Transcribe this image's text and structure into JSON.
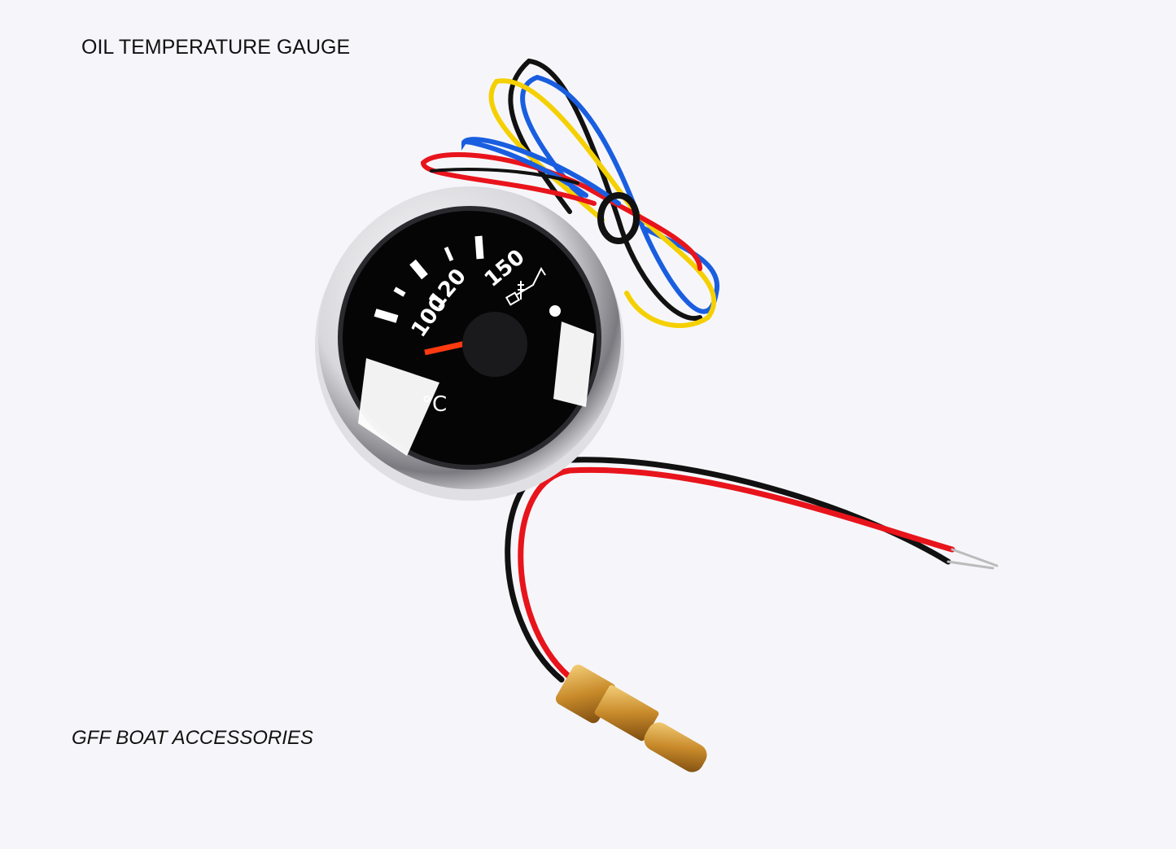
{
  "title": "OIL TEMPERATURE GAUGE",
  "brand": "GFF BOAT ACCESSORIES",
  "gauge": {
    "labels": [
      "100",
      "120",
      "150"
    ],
    "unit": "°C",
    "icon": "oil-temperature-icon",
    "needle_color": "#ff3a10",
    "face_color": "#050505",
    "bezel": "chrome"
  },
  "wires": {
    "gauge_harness": [
      "#111111",
      "#1a5ee0",
      "#f5d000",
      "#e8141c"
    ],
    "sensor_leads": [
      "#111111",
      "#e8141c"
    ]
  }
}
